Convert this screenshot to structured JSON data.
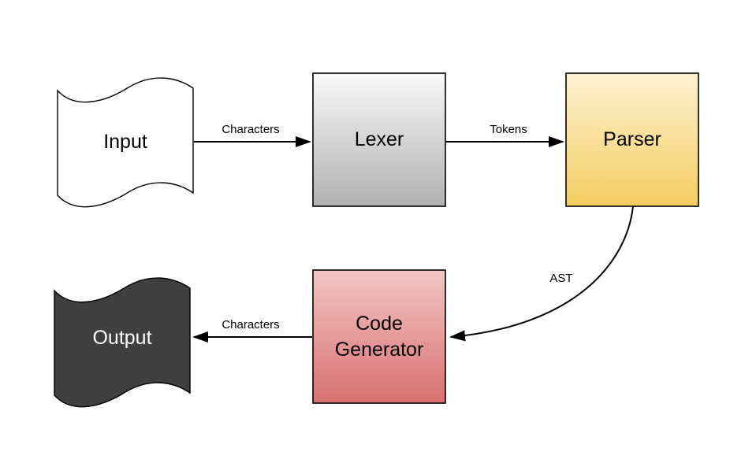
{
  "diagram": {
    "description": "Compiler pipeline flowchart",
    "nodes": {
      "input": {
        "label": "Input",
        "shape": "tape"
      },
      "lexer": {
        "label": "Lexer",
        "shape": "rect"
      },
      "parser": {
        "label": "Parser",
        "shape": "rect"
      },
      "codegen": {
        "label": "Code Generator",
        "shape": "rect"
      },
      "output": {
        "label": "Output",
        "shape": "tape"
      }
    },
    "edges": {
      "input_to_lexer": {
        "label": "Characters"
      },
      "lexer_to_parser": {
        "label": "Tokens"
      },
      "parser_to_codegen": {
        "label": "AST"
      },
      "codegen_to_output": {
        "label": "Characters"
      }
    },
    "colors": {
      "background": "#ffffff",
      "stroke": "#000000",
      "arrow": "#000000",
      "input_fill": "#ffffff",
      "lexer_top": "#f9f9f9",
      "lexer_bottom": "#b1b1b1",
      "parser_top": "#fdf2d0",
      "parser_bottom": "#f5cd60",
      "codegen_top": "#f3c6c6",
      "codegen_bottom": "#d97070",
      "output_fill": "#3f3f3f",
      "output_text": "#ffffff"
    }
  }
}
